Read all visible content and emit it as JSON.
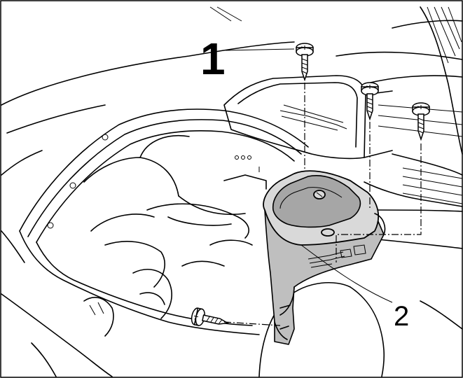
{
  "figure": {
    "callouts": [
      {
        "id": "1",
        "label": "1"
      },
      {
        "id": "2",
        "label": "2"
      }
    ],
    "colors": {
      "line": "#000000",
      "component_fill": "#d9d9d9",
      "component_shadow": "#bfbfbf",
      "lid_fill": "#a6a6a6",
      "background": "#ffffff"
    },
    "icons": [
      "screw-icon"
    ]
  }
}
